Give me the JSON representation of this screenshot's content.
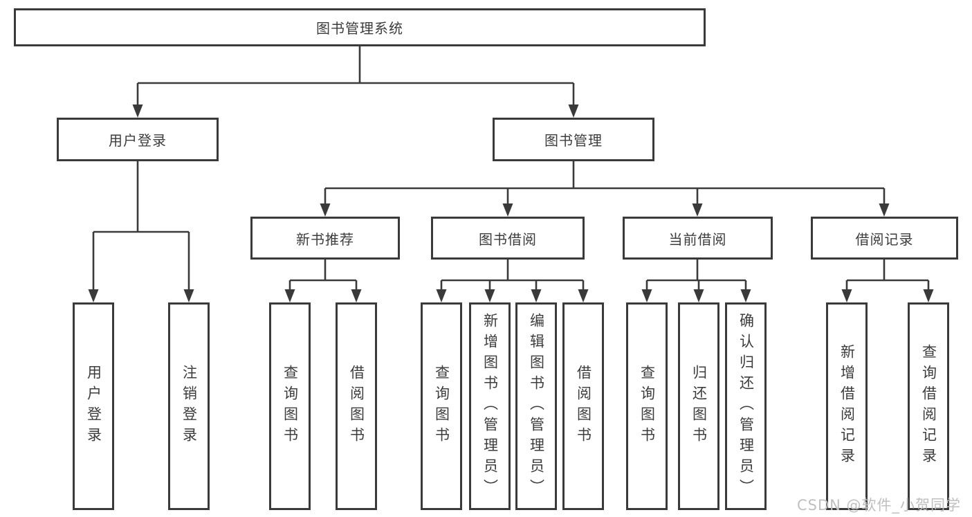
{
  "diagram": {
    "type": "hierarchy-tree",
    "colors": {
      "background": "#ffffff",
      "line": "#3a3a3a",
      "box_border": "#3a3a3a",
      "box_fill": "#ffffff",
      "text": "#3c3c3c",
      "watermark": "#bfbfbf"
    }
  },
  "tree": {
    "label": "图书管理系统",
    "children": [
      {
        "label": "用户登录",
        "children": [
          {
            "label": "用户登录"
          },
          {
            "label": "注销登录"
          }
        ]
      },
      {
        "label": "图书管理",
        "children": [
          {
            "label": "新书推荐",
            "children": [
              {
                "label": "查询图书"
              },
              {
                "label": "借阅图书"
              }
            ]
          },
          {
            "label": "图书借阅",
            "children": [
              {
                "label": "查询图书"
              },
              {
                "label": "新增图书（管理员）"
              },
              {
                "label": "编辑图书（管理员）"
              },
              {
                "label": "借阅图书"
              }
            ]
          },
          {
            "label": "当前借阅",
            "children": [
              {
                "label": "查询图书"
              },
              {
                "label": "归还图书"
              },
              {
                "label": "确认归还（管理员）"
              }
            ]
          },
          {
            "label": "借阅记录",
            "children": [
              {
                "label": "新增借阅记录"
              },
              {
                "label": "查询借阅记录"
              }
            ]
          }
        ]
      }
    ]
  },
  "watermark": {
    "text": "CSDN @软件_小贺同学"
  }
}
